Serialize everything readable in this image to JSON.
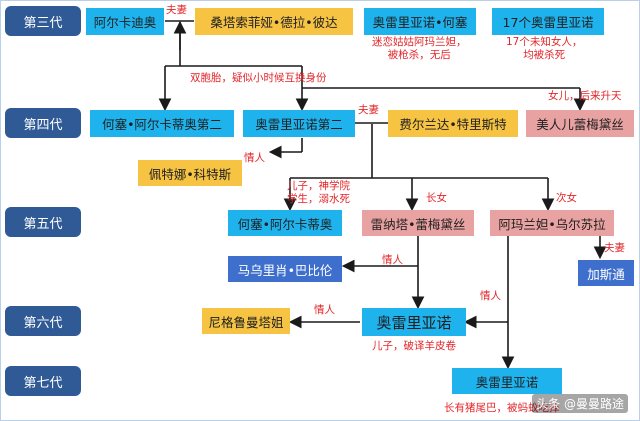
{
  "generations": [
    "第三代",
    "第四代",
    "第五代",
    "第六代",
    "第七代"
  ],
  "people": {
    "arcadio": "阿尔卡迪奥",
    "santa_sofia": "桑塔索菲娅•德拉•彼达",
    "aureliano_jose": "奥雷里亚诺•何塞",
    "seventeen": "17个奥雷里亚诺",
    "jose_arcadio_segundo": "何塞•阿尔卡蒂奥第二",
    "aureliano_segundo": "奥雷里亚诺第二",
    "fernanda": "费尔兰达•特里斯特",
    "remedios_beauty": "美人儿蕾梅黛丝",
    "petra": "佩特娜•科特斯",
    "jose_arcadio": "何塞•阿尔卡蒂奥",
    "renata": "雷纳塔•蕾梅黛丝",
    "amaranta_ursula": "阿玛兰妲•乌尔苏拉",
    "mauricio": "马乌里肖•巴比伦",
    "gaston": "加斯通",
    "nigromanta": "尼格鲁曼塔姐",
    "aureliano": "奥雷里亚诺",
    "aureliano_last": "奥雷里亚诺"
  },
  "notes": {
    "spouse": "夫妻",
    "aureliano_jose_fate": [
      "迷恋姑姑阿玛兰妲，",
      "被枪杀，无后"
    ],
    "seventeen_fate": [
      "17个未知女人，",
      "均被杀死"
    ],
    "twins": "双胞胎，疑似小时候互换身份",
    "daughter": "女儿，后来升天",
    "lover": "情人",
    "son": [
      "儿子，神学院",
      "学生，溺水死"
    ],
    "eldest_daughter": "长女",
    "second_daughter": "次女",
    "sixth_son": "儿子，破译羊皮卷",
    "seventh_fate": "长有猪尾巴，被蚂蚁吃掉"
  },
  "watermark": "头条 @曼曼路途",
  "colors": {
    "generation": "#2f5a96",
    "male": "#1fb3ee",
    "spouse": "#f6c343",
    "daughter": "#e9a2a2",
    "outsider": "#3f6fcc",
    "note": "#e3262a"
  }
}
